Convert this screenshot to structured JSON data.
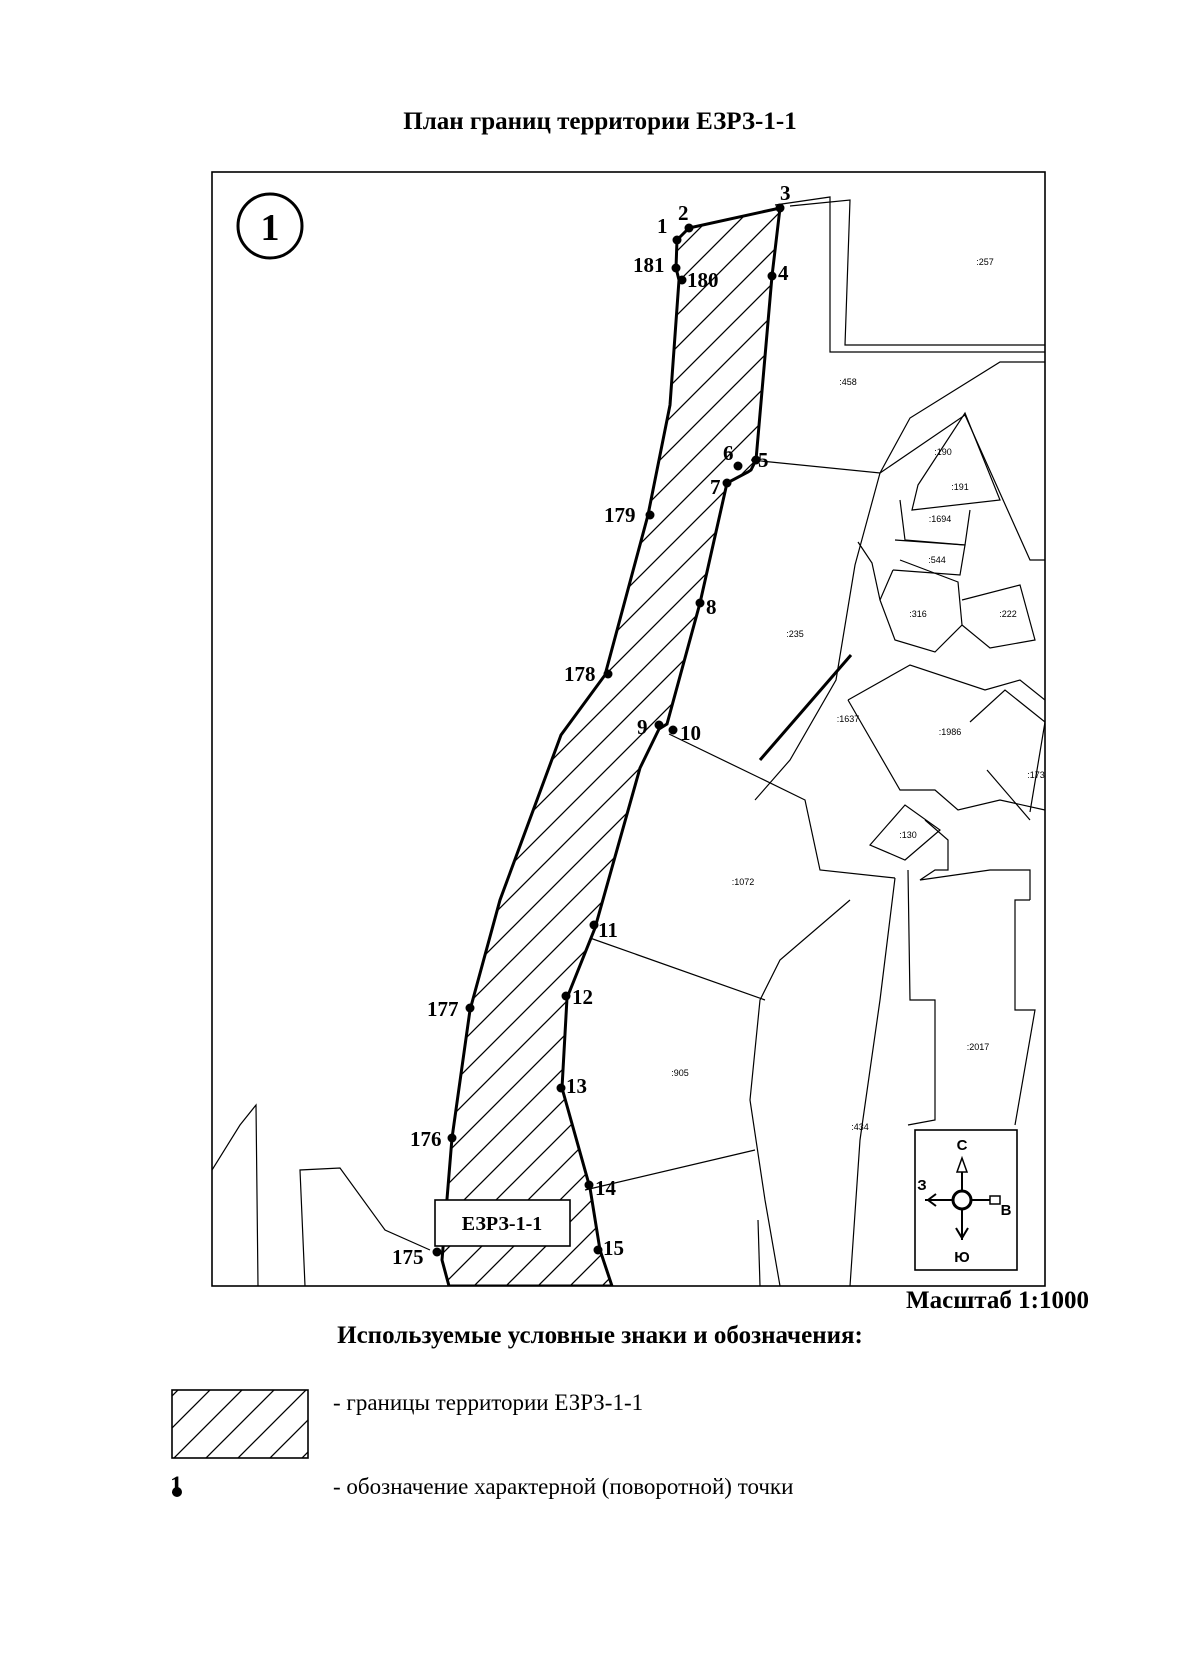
{
  "title": "План границ территории ЕЗРЗ-1-1",
  "sheet_number": "1",
  "territory_label": "ЕЗРЗ-1-1",
  "scale": "Масштаб 1:1000",
  "legend": {
    "title": "Используемые условные знаки и обозначения:",
    "hatch_text": "- границы территории ЕЗРЗ-1-1",
    "point_symbol": "1",
    "point_text": "- обозначение характерной (поворотной) точки"
  },
  "compass": {
    "north": "С",
    "south": "Ю",
    "west": "З",
    "east": "В"
  },
  "points": [
    {
      "label": "1"
    },
    {
      "label": "2"
    },
    {
      "label": "3"
    },
    {
      "label": "4"
    },
    {
      "label": "5"
    },
    {
      "label": "6"
    },
    {
      "label": "7"
    },
    {
      "label": "8"
    },
    {
      "label": "9"
    },
    {
      "label": "10"
    },
    {
      "label": "11"
    },
    {
      "label": "12"
    },
    {
      "label": "13"
    },
    {
      "label": "14"
    },
    {
      "label": "15"
    },
    {
      "label": "175"
    },
    {
      "label": "176"
    },
    {
      "label": "177"
    },
    {
      "label": "178"
    },
    {
      "label": "179"
    },
    {
      "label": "180"
    },
    {
      "label": "181"
    }
  ],
  "parcels": [
    {
      "label": ":257"
    },
    {
      "label": ":458"
    },
    {
      "label": ":190"
    },
    {
      "label": ":191"
    },
    {
      "label": ":1694"
    },
    {
      "label": ":544"
    },
    {
      "label": ":316"
    },
    {
      "label": ":222"
    },
    {
      "label": ":235"
    },
    {
      "label": ":1637"
    },
    {
      "label": ":1986"
    },
    {
      "label": ":173"
    },
    {
      "label": ":130"
    },
    {
      "label": ":1072"
    },
    {
      "label": ":2017"
    },
    {
      "label": ":905"
    },
    {
      "label": ":434"
    }
  ]
}
